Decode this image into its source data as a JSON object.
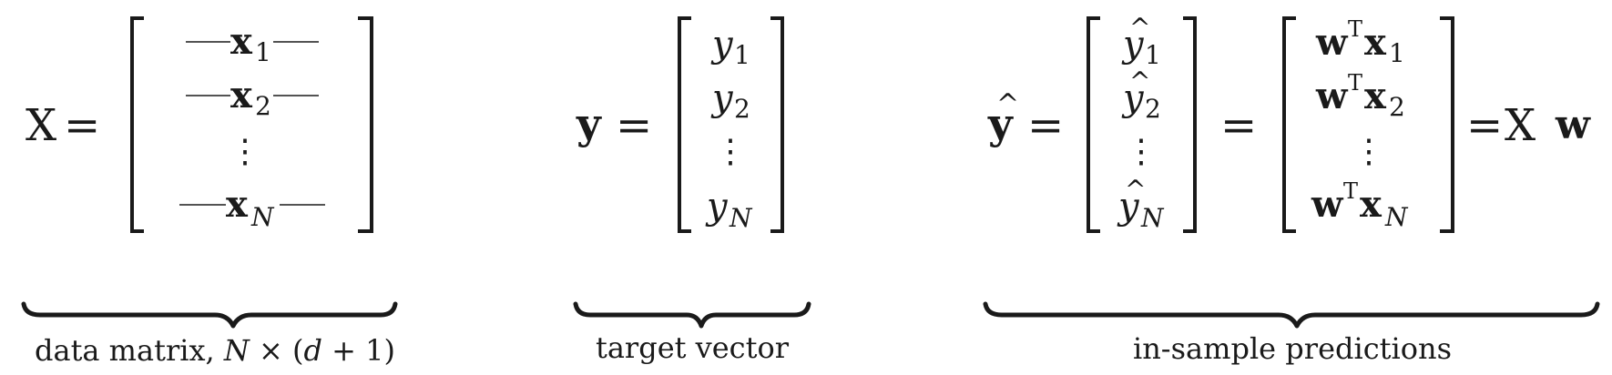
{
  "data_matrix": {
    "lhs": "X",
    "equals": "=",
    "rows": [
      {
        "base": "x",
        "sub": "1"
      },
      {
        "base": "x",
        "sub": "2"
      },
      {
        "base": "x",
        "sub": "N"
      }
    ],
    "dots": "⋮",
    "label_prefix": "data matrix,",
    "label_N": "N",
    "label_times": "×",
    "label_open": "(",
    "label_d": "d",
    "label_plus": "+",
    "label_one": "1",
    "label_close": ")"
  },
  "target_vector": {
    "lhs": "y",
    "equals": "=",
    "rows": [
      {
        "base": "y",
        "sub": "1"
      },
      {
        "base": "y",
        "sub": "2"
      },
      {
        "base": "y",
        "sub": "N"
      }
    ],
    "dots": "⋮",
    "label": "target vector"
  },
  "predictions": {
    "lhs": "y",
    "hat": "^",
    "equals_1": "=",
    "equals_2": "=",
    "yhat_rows": [
      {
        "base": "y",
        "sub": "1"
      },
      {
        "base": "y",
        "sub": "2"
      },
      {
        "base": "y",
        "sub": "N"
      }
    ],
    "wx_rows": [
      {
        "w": "w",
        "sup": "T",
        "x": "x",
        "sub": "1"
      },
      {
        "w": "w",
        "sup": "T",
        "x": "x",
        "sub": "2"
      },
      {
        "w": "w",
        "sup": "T",
        "x": "x",
        "sub": "N"
      }
    ],
    "dots": "⋮",
    "equals_3": "=",
    "rhs_X": "X",
    "rhs_w": "w",
    "label": "in-sample predictions"
  }
}
